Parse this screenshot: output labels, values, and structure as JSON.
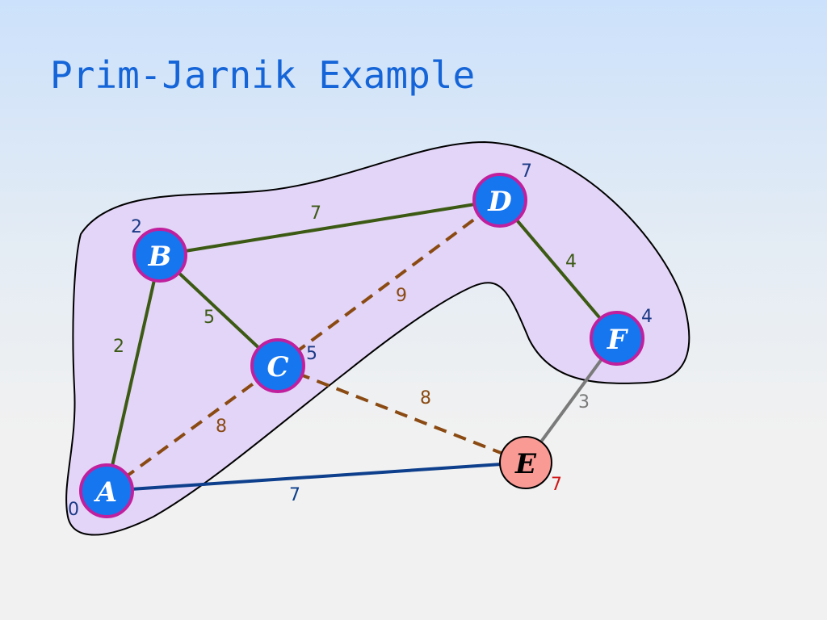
{
  "slide": {
    "title": "Prim-Jarnik Example"
  },
  "colors": {
    "cloud_fill": "#e3d5f7",
    "cloud_stroke": "#000000",
    "tree_node_fill": "#1576f0",
    "tree_node_stroke": "#c0209e",
    "fringe_node_fill": "#f99a95",
    "fringe_node_stroke": "#000000",
    "tree_edge": "#3c5a14",
    "candidate_edge": "#8a4a12",
    "final_edge": "#0d3f8c",
    "unused_edge": "#7a7a7a",
    "dist_label": "#1b3a86",
    "dist_label_fringe": "#d01818"
  },
  "nodes": [
    {
      "id": "A",
      "label": "A",
      "distance": "0",
      "in_cloud": true
    },
    {
      "id": "B",
      "label": "B",
      "distance": "2",
      "in_cloud": true
    },
    {
      "id": "C",
      "label": "C",
      "distance": "5",
      "in_cloud": true
    },
    {
      "id": "D",
      "label": "D",
      "distance": "7",
      "in_cloud": true
    },
    {
      "id": "F",
      "label": "F",
      "distance": "4",
      "in_cloud": true
    },
    {
      "id": "E",
      "label": "E",
      "distance": "7",
      "in_cloud": false
    }
  ],
  "edges": [
    {
      "from": "A",
      "to": "B",
      "weight": "2",
      "style": "tree"
    },
    {
      "from": "B",
      "to": "C",
      "weight": "5",
      "style": "tree"
    },
    {
      "from": "B",
      "to": "D",
      "weight": "7",
      "style": "tree"
    },
    {
      "from": "D",
      "to": "F",
      "weight": "4",
      "style": "tree"
    },
    {
      "from": "C",
      "to": "D",
      "weight": "9",
      "style": "candidate"
    },
    {
      "from": "A",
      "to": "C",
      "weight": "8",
      "style": "candidate"
    },
    {
      "from": "C",
      "to": "E",
      "weight": "8",
      "style": "candidate"
    },
    {
      "from": "A",
      "to": "E",
      "weight": "7",
      "style": "final"
    },
    {
      "from": "F",
      "to": "E",
      "weight": "3",
      "style": "unused"
    }
  ]
}
